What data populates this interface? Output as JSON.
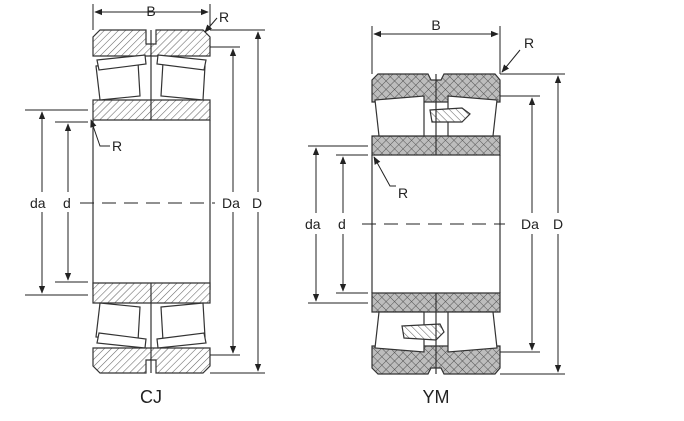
{
  "diagrams": {
    "cj": {
      "caption": "CJ",
      "labels": {
        "B": "B",
        "R_top": "R",
        "R_bore": "R",
        "da": "da",
        "d": "d",
        "Da": "Da",
        "D": "D"
      }
    },
    "ym": {
      "caption": "YM",
      "labels": {
        "B": "B",
        "R_top": "R",
        "R_bore": "R",
        "da": "da",
        "d": "d",
        "Da": "Da",
        "D": "D"
      }
    }
  }
}
